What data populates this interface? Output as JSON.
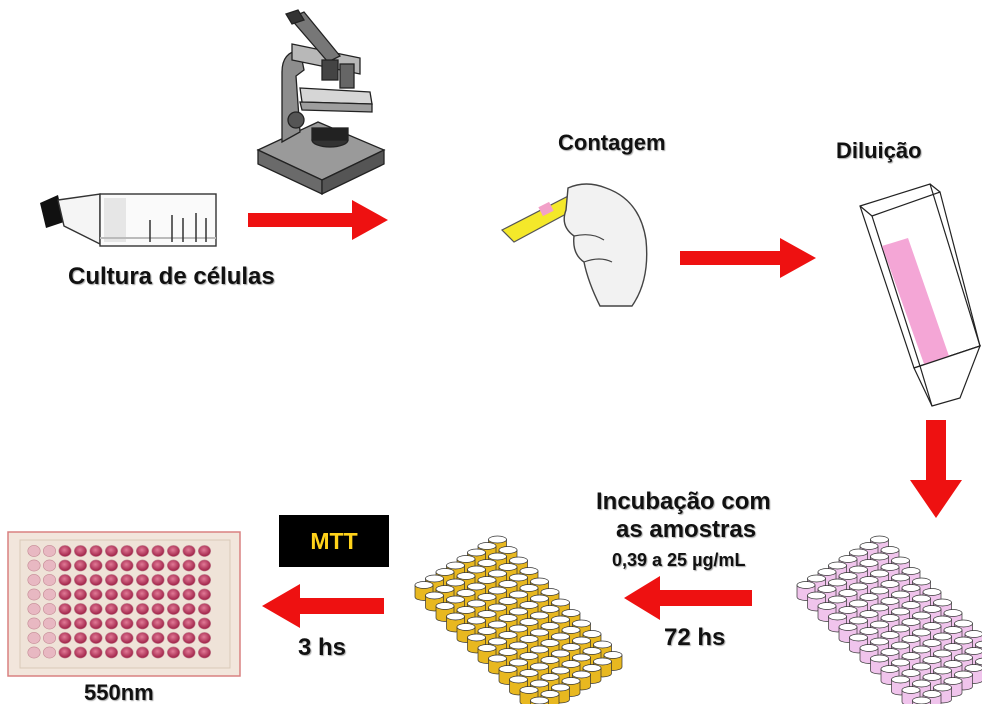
{
  "labels": {
    "culture": "Cultura de células",
    "counting": "Contagem",
    "dilution": "Diluição",
    "incubation_line1": "Incubação com",
    "incubation_line2": "as amostras",
    "concentration": "0,39 a 25 µg/mL",
    "time_72": "72 hs",
    "reagent": "MTT",
    "time_3": "3 hs",
    "wavelength": "550nm"
  },
  "icons": [
    "culture-flask-icon",
    "microscope-icon",
    "hand-slide-icon",
    "cuvette-icon",
    "well-plate-icon",
    "photo-plate-icon"
  ],
  "colors": {
    "arrow": "#ee1111",
    "mtt_box": "#000000",
    "mtt_text": "#ffd21a",
    "plate_pink": "#f0c4ec",
    "plate_yellow": "#e8b820",
    "cuvette_fill": "#f4a6d6",
    "well_red": "#b5345a"
  }
}
